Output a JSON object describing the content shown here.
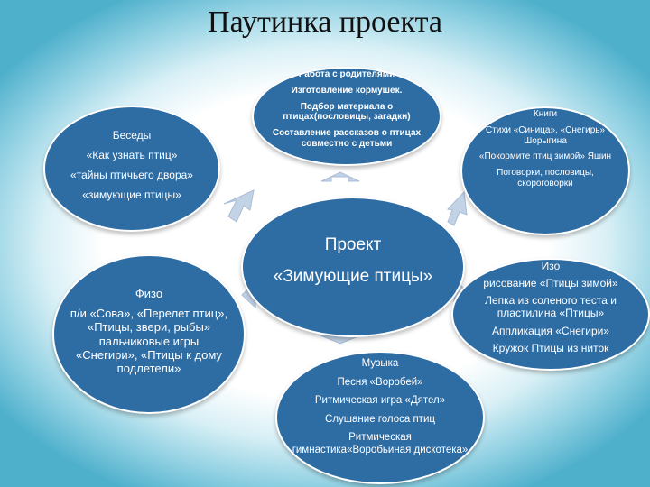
{
  "title": "Паутинка проекта",
  "center": {
    "line1": "Проект",
    "line2": "«Зимующие птицы»"
  },
  "parents": {
    "lines": [
      "Работа с родителями",
      "Изготовление кормушек.",
      "Подбор материала о птицах(пословицы, загадки)",
      "Составление рассказов о птицах совместно с детьми"
    ]
  },
  "conversations": {
    "lines": [
      "Беседы",
      "«Как узнать птиц»",
      "«тайны птичьего двора»",
      "«зимующие птицы»"
    ]
  },
  "books": {
    "lines": [
      "Книги",
      "Стихи «Синица», «Снегирь» Шорыгина",
      "«Покормите птиц зимой» Яшин",
      "Поговорки, пословицы, скороговорки"
    ]
  },
  "art": {
    "lines": [
      "Изо",
      "рисование «Птицы зимой»",
      "Лепка из соленого теста и пластилина «Птицы»",
      "Аппликация «Снегири»",
      "Кружок  Птицы из ниток"
    ]
  },
  "pe": {
    "lines": [
      "Физо",
      "п/и «Сова», «Перелет птиц», «Птицы, звери, рыбы» пальчиковые игры «Снегири», «Птицы к дому подлетели»"
    ]
  },
  "music": {
    "lines": [
      "Музыка",
      "Песня «Воробей»",
      "Ритмическая игра «Дятел»",
      "Слушание  голоса птиц",
      "Ритмическая гимнастика«Воробьиная дискотека»"
    ]
  },
  "colors": {
    "oval_fill": "#2e6da4",
    "oval_border": "#ffffff",
    "arrow_fill": "#c3d3e6",
    "title": "#111111"
  }
}
